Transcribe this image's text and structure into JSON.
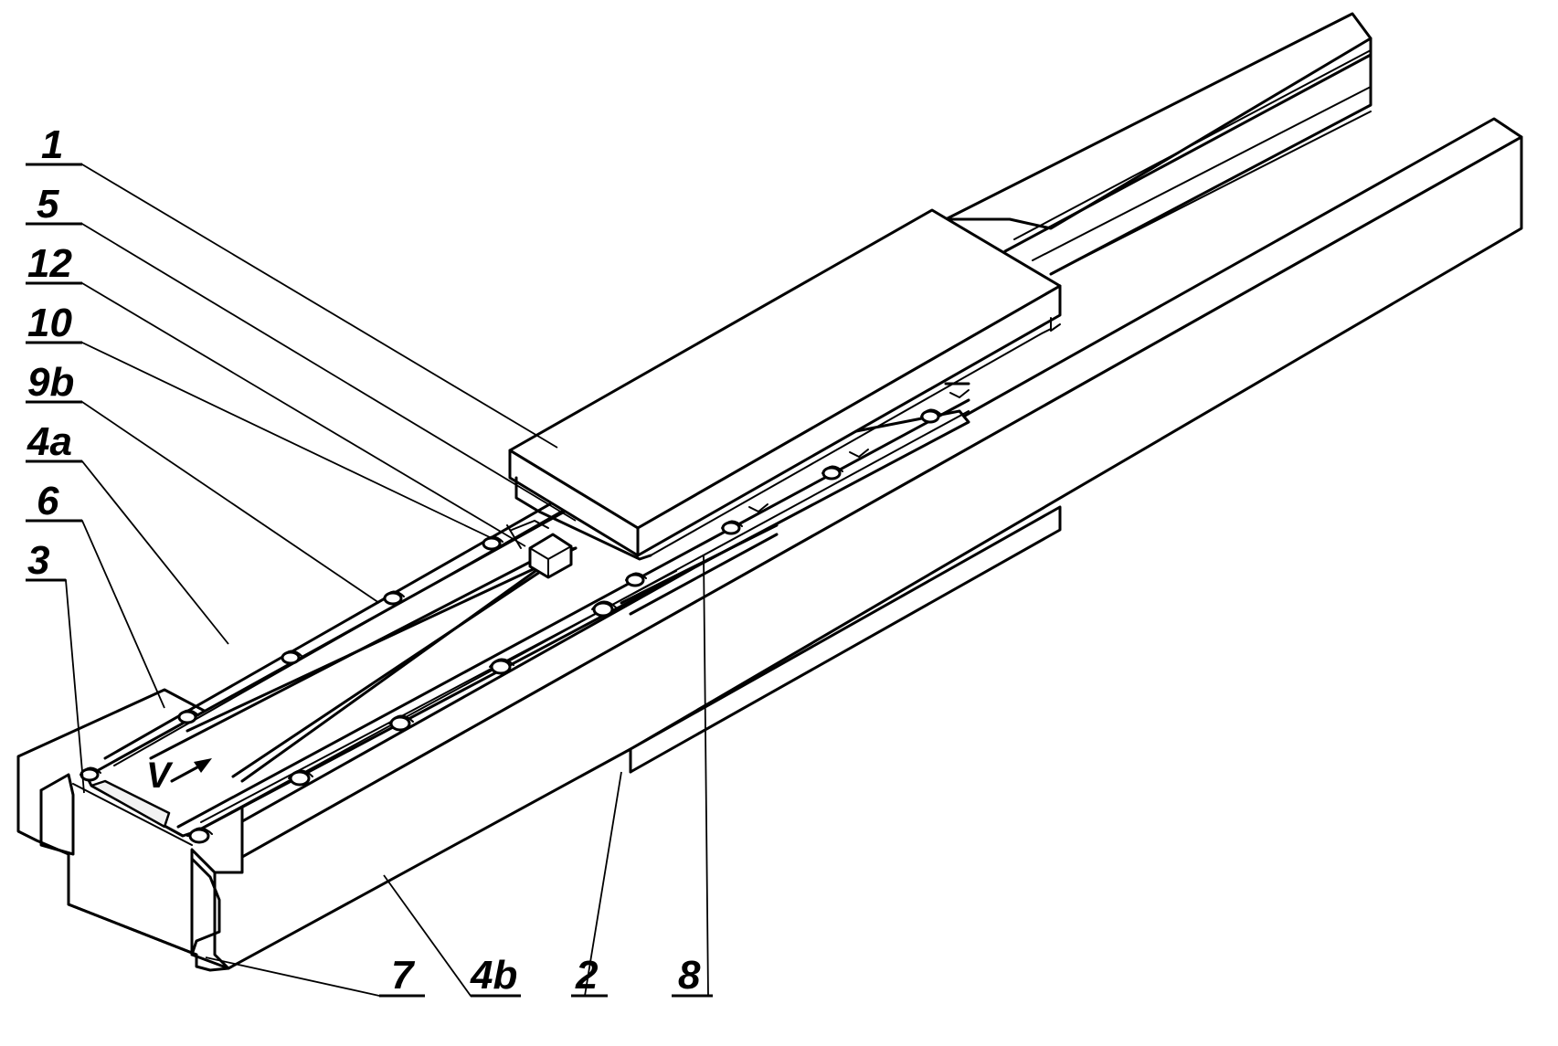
{
  "figure": {
    "labels": {
      "n1": "1",
      "n5": "5",
      "n12": "12",
      "n10": "10",
      "n9b": "9b",
      "n4a": "4a",
      "n6": "6",
      "n3": "3",
      "n7": "7",
      "n4b": "4b",
      "n2": "2",
      "n8": "8"
    },
    "velocity_label": "V"
  }
}
